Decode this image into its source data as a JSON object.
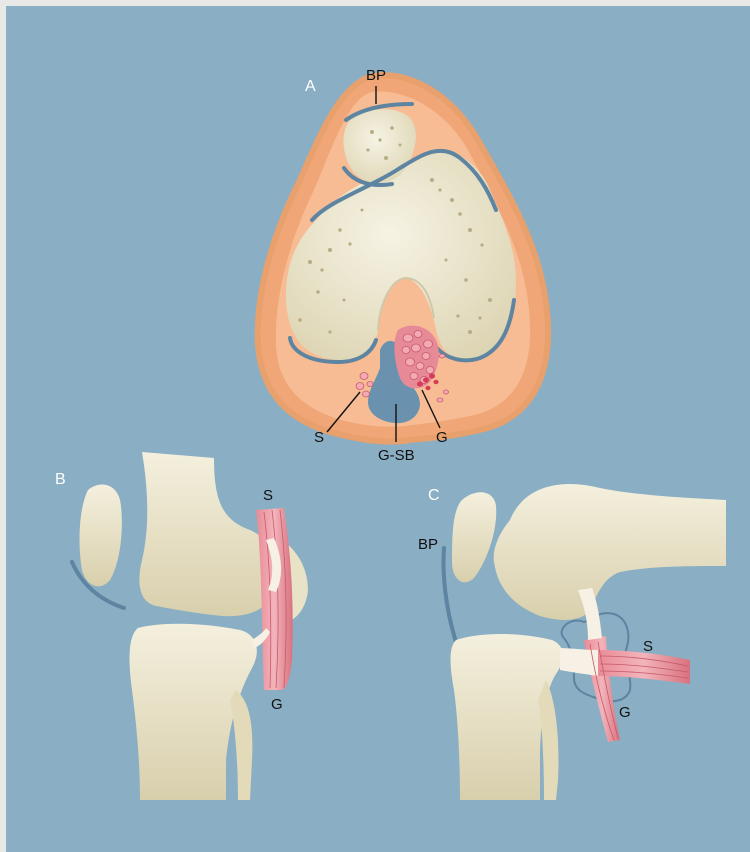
{
  "figure": {
    "panels": {
      "a": "A",
      "b": "B",
      "c": "C"
    },
    "labels": {
      "bp_top": "BP",
      "s_a": "S",
      "g_a": "G",
      "gsb": "G-SB",
      "s_b": "S",
      "g_b": "G",
      "bp_c": "BP",
      "s_c": "S",
      "g_c": "G"
    },
    "colors": {
      "background": "#8aaec3",
      "bone": "#f3efdc",
      "soft_tissue": "#f2a878",
      "bursa": "#6a91ad",
      "muscle": "#e0909a",
      "outline": "#5d84a0"
    }
  }
}
